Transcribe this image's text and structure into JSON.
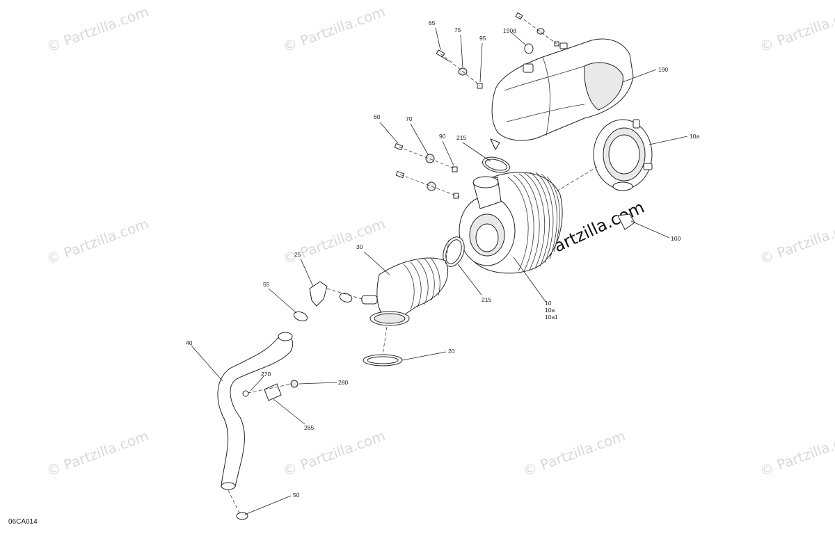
{
  "diagram": {
    "code": "06CA014",
    "watermark_text": "© Partzilla.com",
    "callouts": {
      "c65": "65",
      "c75": "75",
      "c95": "95",
      "c190d": "190d",
      "c190": "190",
      "c60": "60",
      "c70": "70",
      "c90": "90",
      "c215a": "215",
      "c10a": "10a",
      "c100": "100",
      "c30": "30",
      "c25": "25",
      "c55": "55",
      "c215b": "215",
      "c10": "10",
      "c10a_b": "10a",
      "c10a1": "10a1",
      "c20": "20",
      "c40": "40",
      "c270": "270",
      "c280": "280",
      "c265": "265",
      "c50": "50"
    }
  }
}
